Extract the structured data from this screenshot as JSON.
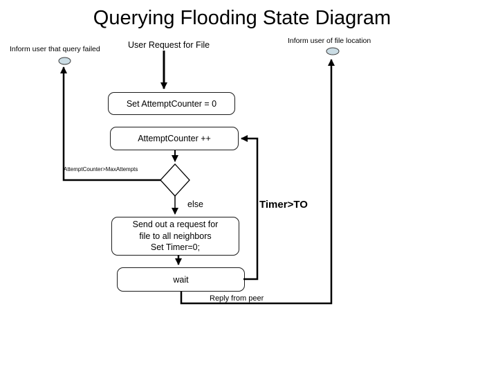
{
  "slide": {
    "title": "Querying Flooding State Diagram"
  },
  "labels": {
    "inform_failed": "Inform user that query failed",
    "user_request": "User Request for File",
    "inform_location": "Inform user of file location",
    "condition_max": "AttemptCounter>MaxAttempts",
    "condition_else": "else",
    "condition_timer": "Timer>TO",
    "reply_from_peer": "Reply from peer"
  },
  "nodes": {
    "set_counter": "Set AttemptCounter = 0",
    "increment": "AttemptCounter ++",
    "send_request": {
      "line1": "Send out a request for",
      "line2": "file to all neighbors",
      "line3": "Set Timer=0;"
    },
    "wait": "wait"
  },
  "colors": {
    "terminator_fill": "#cadce4",
    "line": "#000000",
    "box_border": "#1a1a1a",
    "background": "#ffffff"
  }
}
